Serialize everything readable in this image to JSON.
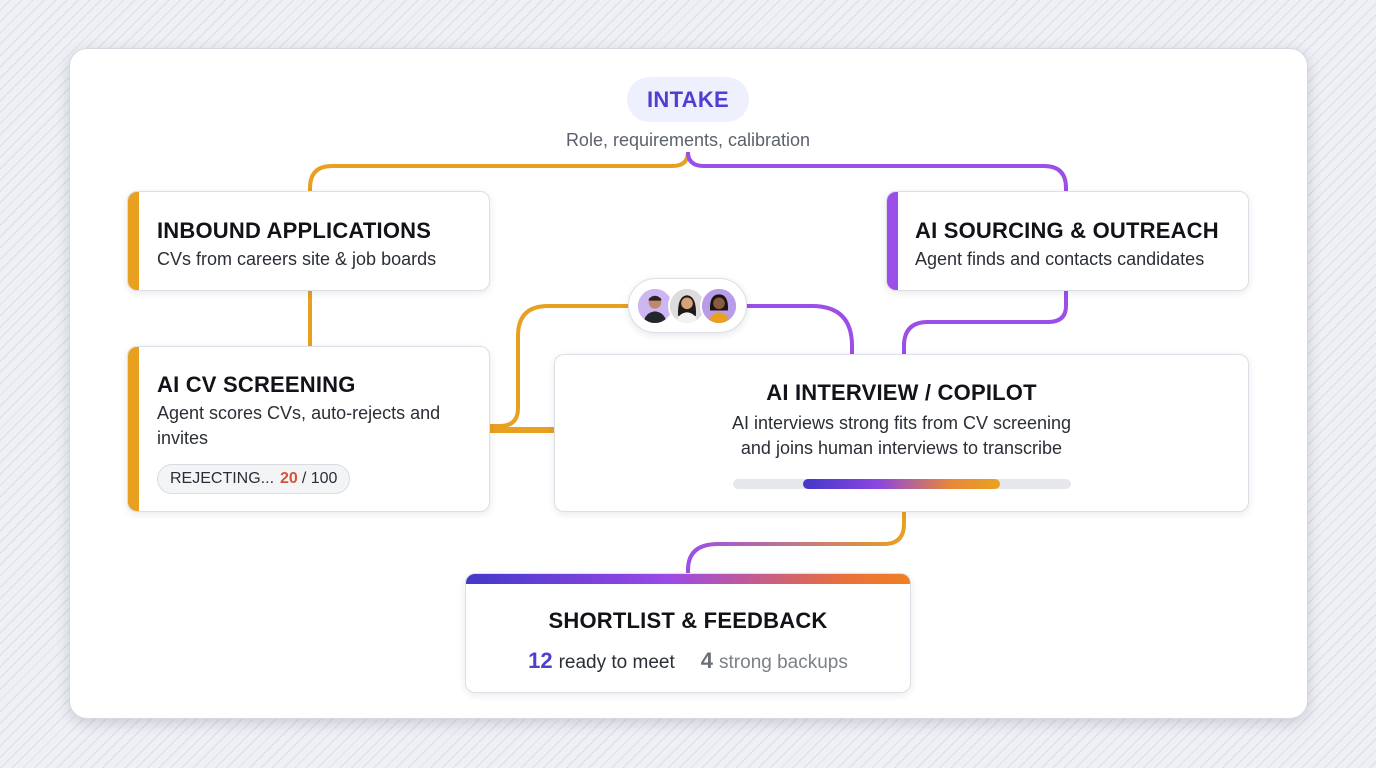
{
  "intake": {
    "title": "INTAKE",
    "subtitle": "Role, requirements, calibration"
  },
  "inbound": {
    "title": "INBOUND APPLICATIONS",
    "description": "CVs from careers site & job boards"
  },
  "sourcing": {
    "title": "AI SOURCING & OUTREACH",
    "description": "Agent finds and contacts candidates"
  },
  "screening": {
    "title": "AI CV SCREENING",
    "description": "Agent scores CVs, auto-rejects and invites",
    "status_label": "REJECTING...",
    "status_count": "20",
    "status_total": "/ 100"
  },
  "interview": {
    "title": "AI INTERVIEW / COPILOT",
    "description_line1": "AI interviews strong fits from CV screening",
    "description_line2": "and joins human interviews to transcribe"
  },
  "avatars": {
    "icons": [
      "person-avatar-icon",
      "person-avatar-icon",
      "person-avatar-icon"
    ]
  },
  "shortlist": {
    "title": "SHORTLIST & FEEDBACK",
    "ready_count": "12",
    "ready_label": "ready to meet",
    "backup_count": "4",
    "backup_label": "strong backups"
  },
  "colors": {
    "orange": "#e8a020",
    "purple": "#9b4ee8",
    "indigo": "#4f3fd0",
    "reject_red": "#d4553a"
  }
}
